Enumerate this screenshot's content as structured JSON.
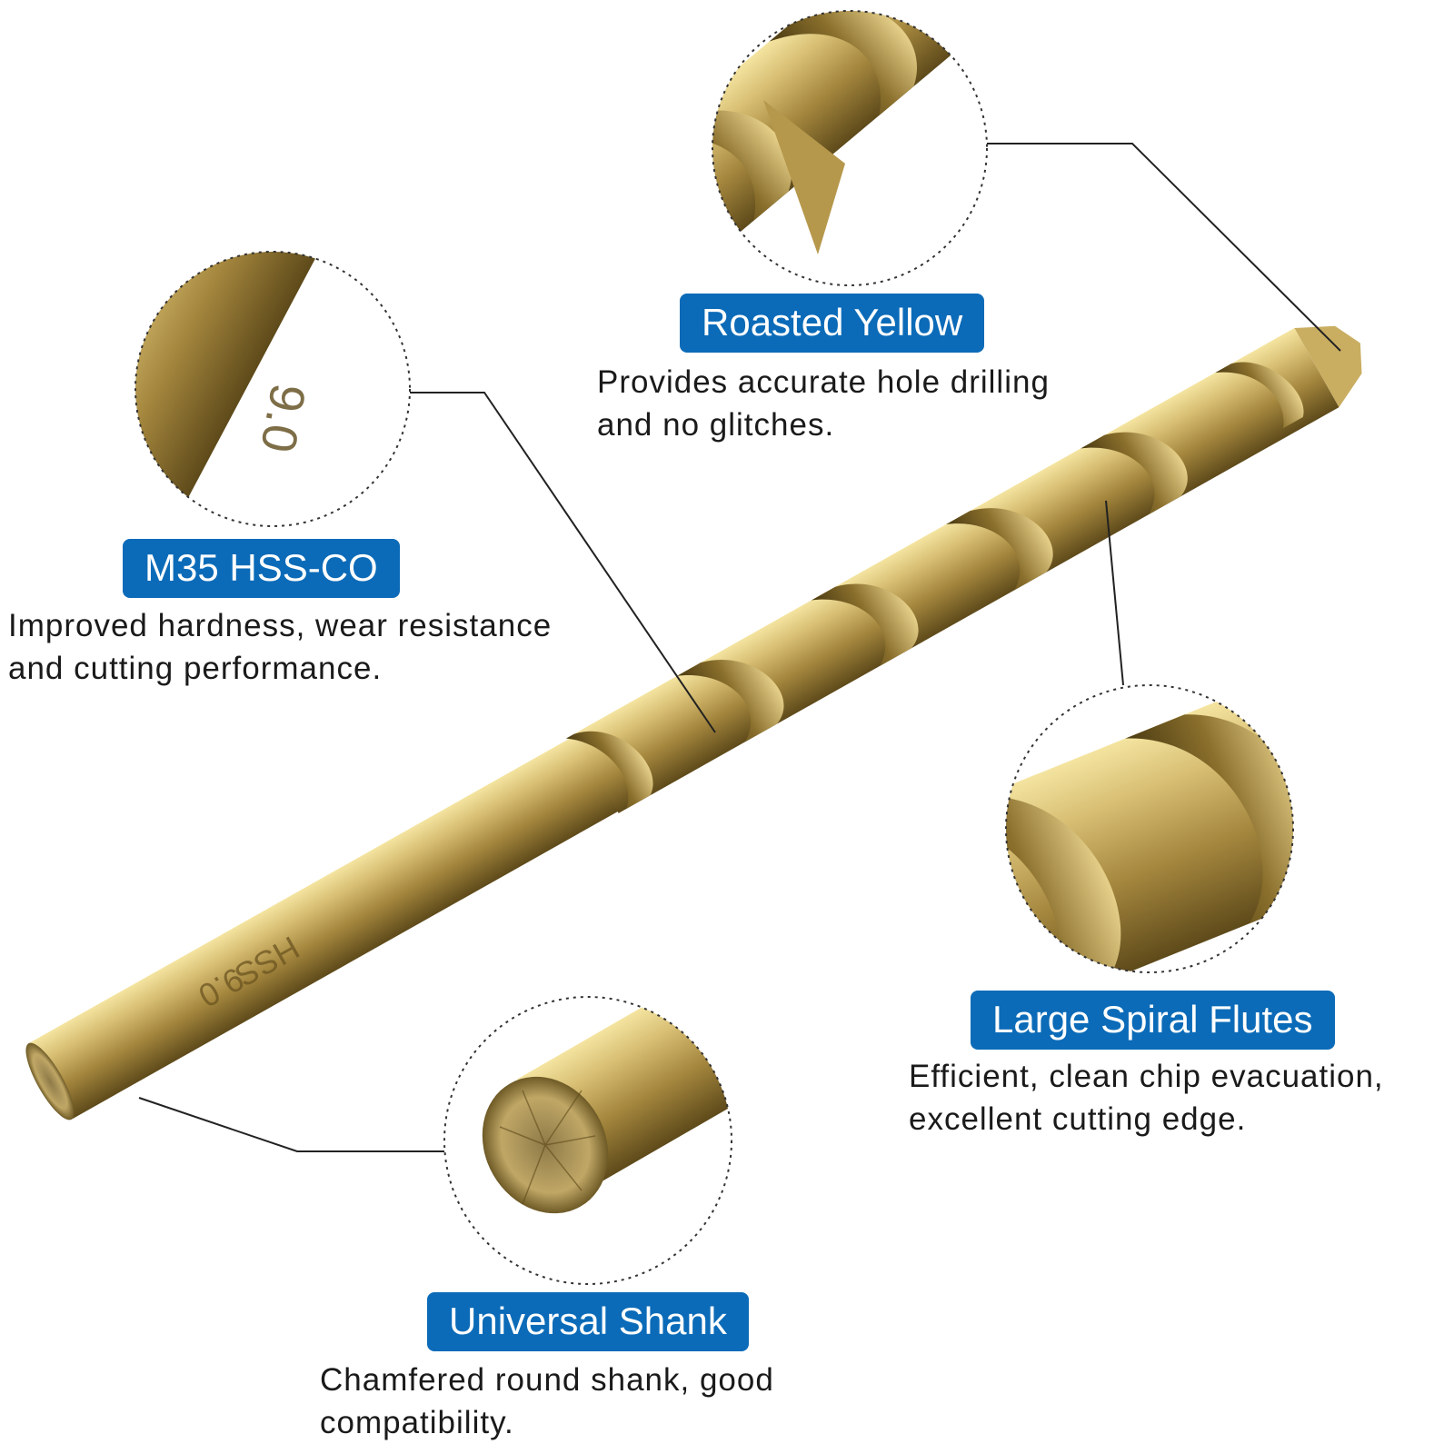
{
  "colors": {
    "badge_background": "#0b6bb8",
    "badge_text": "#ffffff",
    "bronze_light": "#f4e4a0",
    "bronze_mid": "#b89a4e",
    "bronze_dark": "#5e4a1a"
  },
  "bit_engravings": {
    "tip_marking": "HSS",
    "size_marking": "9.0"
  },
  "callouts": {
    "roasted_yellow": {
      "badge": "Roasted Yellow",
      "lines": [
        "Provides accurate hole drilling",
        "and no glitches."
      ]
    },
    "m35_hss_co": {
      "badge": "M35 HSS-CO",
      "lines": [
        "Improved hardness, wear resistance",
        "and cutting performance."
      ]
    },
    "large_spiral_flutes": {
      "badge": "Large Spiral Flutes",
      "lines": [
        "Efficient, clean chip evacuation,",
        "excellent cutting edge."
      ]
    },
    "universal_shank": {
      "badge": "Universal Shank",
      "lines": [
        "Chamfered round shank, good",
        "compatibility."
      ]
    }
  }
}
